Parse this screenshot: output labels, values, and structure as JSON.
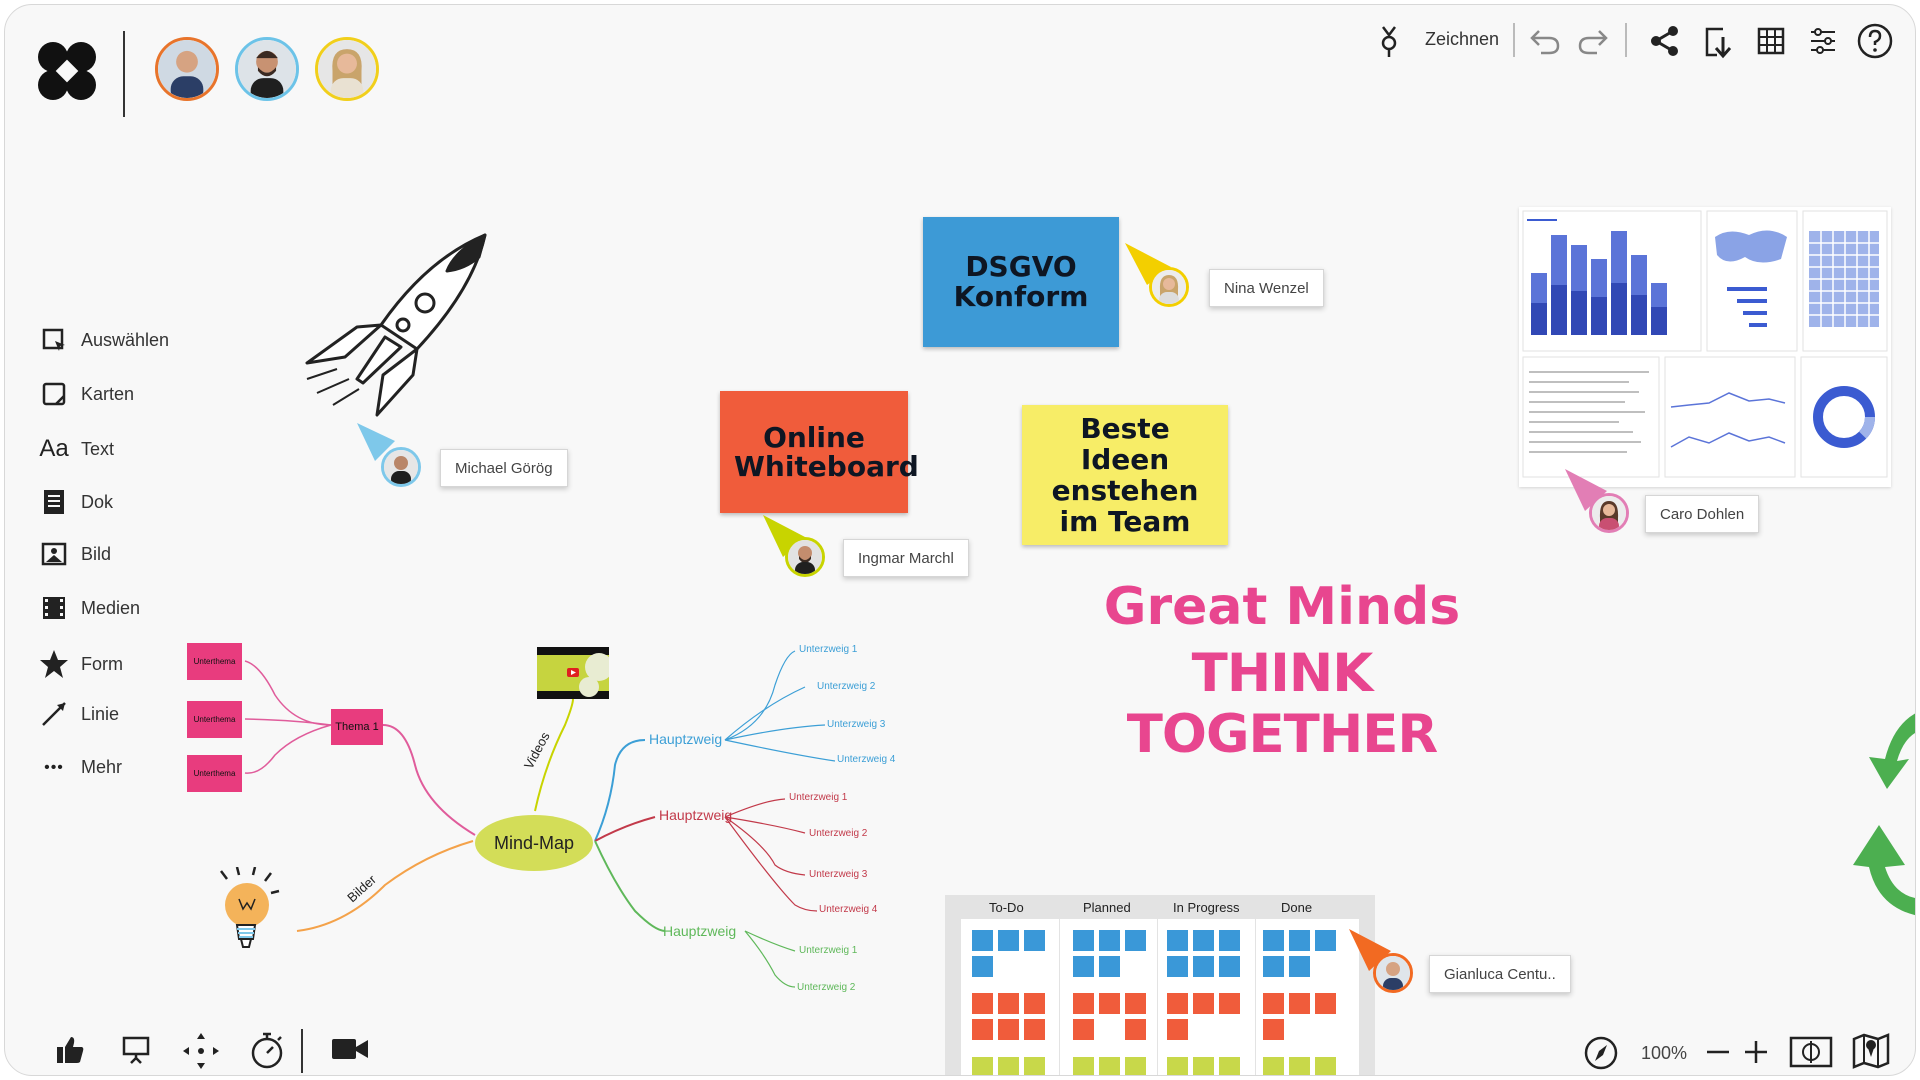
{
  "top_bar": {
    "draw_label": "Zeichnen",
    "zoom_label": "100%"
  },
  "left_toolbar": {
    "items": [
      {
        "label": "Auswählen",
        "icon": "select-icon"
      },
      {
        "label": "Karten",
        "icon": "card-icon"
      },
      {
        "label": "Text",
        "icon": "text-icon",
        "glyph": "Aa"
      },
      {
        "label": "Dok",
        "icon": "document-icon"
      },
      {
        "label": "Bild",
        "icon": "image-icon"
      },
      {
        "label": "Medien",
        "icon": "media-icon"
      },
      {
        "label": "Form",
        "icon": "star-icon"
      },
      {
        "label": "Linie",
        "icon": "line-icon"
      },
      {
        "label": "Mehr",
        "icon": "more-icon",
        "glyph": "•••"
      }
    ]
  },
  "sticky_notes": {
    "dsgvo": "DSGVO Konform",
    "online": "Online Whiteboard",
    "ideas": "Beste Ideen enstehen im Team"
  },
  "collaborators": {
    "nina": "Nina Wenzel",
    "michael": "Michael Görög",
    "ingmar": "Ingmar Marchl",
    "caro": "Caro Dohlen",
    "gianluca": "Gianluca Centu.."
  },
  "headline": {
    "line1": "Great Minds",
    "line2": "THINK TOGETHER"
  },
  "mindmap": {
    "center": "Mind-Map",
    "thema": "Thema 1",
    "unterthema": [
      "Unterthema",
      "Unterthema",
      "Unterthema"
    ],
    "videos": "Videos",
    "bilder": "Bilder",
    "hauptzweig": [
      "Hauptzweig",
      "Hauptzweig",
      "Hauptzweig"
    ],
    "blue_sub": [
      "Unterzweig 1",
      "Unterzweig 2",
      "Unterzweig 3",
      "Unterzweig 4"
    ],
    "red_sub": [
      "Unterzweig 1",
      "Unterzweig 2",
      "Unterzweig 3",
      "Unterzweig 4"
    ],
    "green_sub": [
      "Unterzweig 1",
      "Unterzweig 2"
    ]
  },
  "kanban": {
    "columns": [
      "To-Do",
      "Planned",
      "In Progress",
      "Done"
    ]
  },
  "colors": {
    "accent_pink": "#e8468f",
    "sticky_blue": "#3d9ad6",
    "sticky_orange": "#f05c3b",
    "sticky_yellow": "#f7ed67",
    "rocket_pointer": "#7ec8ea",
    "nina_pointer": "#f3cf00",
    "ingmar_pointer": "#c8d400",
    "caro_pointer": "#e27eb5",
    "gianluca_pointer": "#f26a22"
  }
}
